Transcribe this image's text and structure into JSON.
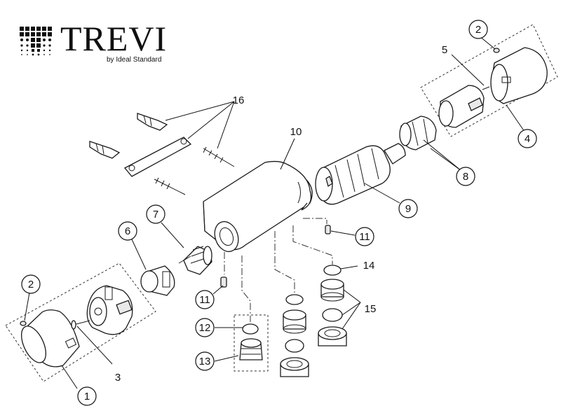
{
  "brand": {
    "name": "TREVI",
    "tagline": "by Ideal Standard"
  },
  "callouts": [
    "1",
    "2",
    "3",
    "4",
    "5",
    "2",
    "6",
    "7",
    "8",
    "9",
    "10",
    "11",
    "11",
    "12",
    "13",
    "14",
    "15",
    "16"
  ]
}
